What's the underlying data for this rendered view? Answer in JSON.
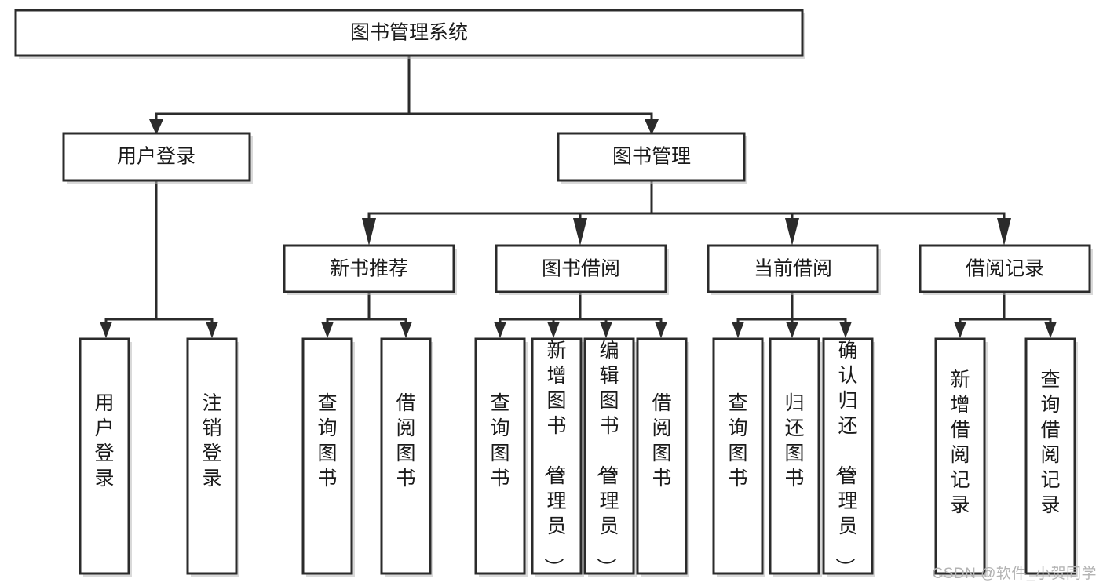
{
  "diagram": {
    "type": "tree-hierarchy",
    "title": "图书管理系统",
    "background_color": "#ffffff",
    "stroke_color": "#2b2b2b",
    "text_color": "#1a1a1a",
    "levels": 4,
    "root": {
      "id": "root",
      "label": "图书管理系统",
      "orientation": "horizontal"
    },
    "level2": [
      {
        "id": "user-login",
        "label": "用户登录",
        "orientation": "horizontal"
      },
      {
        "id": "book-management",
        "label": "图书管理",
        "orientation": "horizontal"
      }
    ],
    "level3": [
      {
        "id": "new-book-recommend",
        "label": "新书推荐",
        "orientation": "horizontal",
        "parent": "book-management"
      },
      {
        "id": "book-borrow",
        "label": "图书借阅",
        "orientation": "horizontal",
        "parent": "book-management"
      },
      {
        "id": "current-borrow",
        "label": "当前借阅",
        "orientation": "horizontal",
        "parent": "book-management"
      },
      {
        "id": "borrow-record",
        "label": "借阅记录",
        "orientation": "horizontal",
        "parent": "book-management"
      }
    ],
    "leaves": [
      {
        "id": "leaf-user-login",
        "label": "用户登录",
        "orientation": "vertical",
        "parent": "user-login"
      },
      {
        "id": "leaf-logout",
        "label": "注销登录",
        "orientation": "vertical",
        "parent": "user-login"
      },
      {
        "id": "leaf-query-book-1",
        "label": "查询图书",
        "orientation": "vertical",
        "parent": "new-book-recommend"
      },
      {
        "id": "leaf-borrow-book-1",
        "label": "借阅图书",
        "orientation": "vertical",
        "parent": "new-book-recommend"
      },
      {
        "id": "leaf-query-book-2",
        "label": "查询图书",
        "orientation": "vertical",
        "parent": "book-borrow"
      },
      {
        "id": "leaf-add-book",
        "label": "新增图书（管理员）",
        "orientation": "vertical",
        "parent": "book-borrow"
      },
      {
        "id": "leaf-edit-book",
        "label": "编辑图书（管理员）",
        "orientation": "vertical",
        "parent": "book-borrow"
      },
      {
        "id": "leaf-borrow-book-2",
        "label": "借阅图书",
        "orientation": "vertical",
        "parent": "book-borrow"
      },
      {
        "id": "leaf-query-book-3",
        "label": "查询图书",
        "orientation": "vertical",
        "parent": "current-borrow"
      },
      {
        "id": "leaf-return-book",
        "label": "归还图书",
        "orientation": "vertical",
        "parent": "current-borrow"
      },
      {
        "id": "leaf-confirm-return",
        "label": "确认归还（管理员）",
        "orientation": "vertical",
        "parent": "current-borrow"
      },
      {
        "id": "leaf-add-record",
        "label": "新增借阅记录",
        "orientation": "vertical",
        "parent": "borrow-record"
      },
      {
        "id": "leaf-query-record",
        "label": "查询借阅记录",
        "orientation": "vertical",
        "parent": "borrow-record"
      }
    ]
  },
  "watermark": {
    "text": "CSDN @软件_小贺同学"
  }
}
